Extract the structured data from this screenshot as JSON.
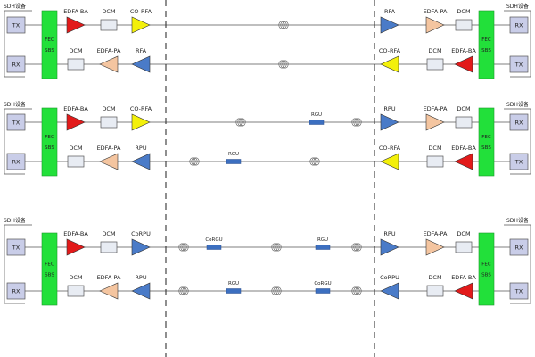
{
  "colors": {
    "fec_green": "#22e03a",
    "trx_fill": "#c9cde8",
    "red_amp": "#e21a1a",
    "yellow_amp": "#f3f00a",
    "blue_amp": "#4a7bc8",
    "peach_amp": "#f4c5a0",
    "dcm_fill": "#e8ecf3",
    "rgu_fill": "#3c6fc0",
    "line": "#555555"
  },
  "icons": {
    "amplifier": "triangle-icon",
    "fiber": "fiber-coil-icon",
    "dcm": "dcm-box-icon",
    "rgu": "rgu-bar-icon"
  },
  "panels": [
    {
      "left": {
        "sdh_label": "SDH设备",
        "tx_label": "TX",
        "rx_label": "RX",
        "fec_label": "FEC",
        "sbs_label": "SBS",
        "top": [
          {
            "label": "EDFA-BA",
            "kind": "amp",
            "color": "red"
          },
          {
            "label": "DCM",
            "kind": "dcm"
          },
          {
            "label": "CO-RFA",
            "kind": "amp",
            "color": "yellow"
          }
        ],
        "bottom": [
          {
            "label": "DCM",
            "kind": "dcm"
          },
          {
            "label": "EDFA-PA",
            "kind": "amp",
            "color": "peach"
          },
          {
            "label": "RFA",
            "kind": "amp",
            "color": "blue"
          }
        ]
      },
      "right": {
        "sdh_label": "SDH设备",
        "rx_label": "RX",
        "tx_label": "TX",
        "fec_label": "FEC",
        "sbs_label": "SBS",
        "top": [
          {
            "label": "RFA",
            "kind": "amp",
            "color": "blue"
          },
          {
            "label": "EDFA-PA",
            "kind": "amp",
            "color": "peach"
          },
          {
            "label": "DCM",
            "kind": "dcm"
          }
        ],
        "bottom": [
          {
            "label": "CO-RFA",
            "kind": "amp",
            "color": "yellow"
          },
          {
            "label": "DCM",
            "kind": "dcm"
          },
          {
            "label": "EDFA-BA",
            "kind": "amp",
            "color": "red"
          }
        ]
      },
      "span_top": [],
      "span_bottom": []
    },
    {
      "left": {
        "sdh_label": "SDH设备",
        "tx_label": "TX",
        "rx_label": "RX",
        "fec_label": "FEC",
        "sbs_label": "SBS",
        "top": [
          {
            "label": "EDFA-BA",
            "kind": "amp",
            "color": "red"
          },
          {
            "label": "DCM",
            "kind": "dcm"
          },
          {
            "label": "CO-RFA",
            "kind": "amp",
            "color": "yellow"
          }
        ],
        "bottom": [
          {
            "label": "DCM",
            "kind": "dcm"
          },
          {
            "label": "EDFA-PA",
            "kind": "amp",
            "color": "peach"
          },
          {
            "label": "RPU",
            "kind": "amp",
            "color": "blue"
          }
        ]
      },
      "right": {
        "sdh_label": "SDH设备",
        "rx_label": "RX",
        "tx_label": "TX",
        "fec_label": "FEC",
        "sbs_label": "SBS",
        "top": [
          {
            "label": "RPU",
            "kind": "amp",
            "color": "blue"
          },
          {
            "label": "EDFA-PA",
            "kind": "amp",
            "color": "peach"
          },
          {
            "label": "DCM",
            "kind": "dcm"
          }
        ],
        "bottom": [
          {
            "label": "CO-RFA",
            "kind": "amp",
            "color": "yellow"
          },
          {
            "label": "DCM",
            "kind": "dcm"
          },
          {
            "label": "EDFA-BA",
            "kind": "amp",
            "color": "red"
          }
        ]
      },
      "span_top": [
        {
          "label": "RGU"
        }
      ],
      "span_bottom": [
        {
          "label": "RGU"
        }
      ]
    },
    {
      "left": {
        "sdh_label": "SDH设备",
        "tx_label": "TX",
        "rx_label": "RX",
        "fec_label": "FEC",
        "sbs_label": "SBS",
        "top": [
          {
            "label": "EDFA-BA",
            "kind": "amp",
            "color": "red"
          },
          {
            "label": "DCM",
            "kind": "dcm"
          },
          {
            "label": "CoRPU",
            "kind": "amp",
            "color": "blue"
          }
        ],
        "bottom": [
          {
            "label": "DCM",
            "kind": "dcm"
          },
          {
            "label": "EDFA-PA",
            "kind": "amp",
            "color": "peach"
          },
          {
            "label": "RPU",
            "kind": "amp",
            "color": "blue"
          }
        ]
      },
      "right": {
        "sdh_label": "SDH设备",
        "rx_label": "RX",
        "tx_label": "TX",
        "fec_label": "FEC",
        "sbs_label": "SBS",
        "top": [
          {
            "label": "RPU",
            "kind": "amp",
            "color": "blue"
          },
          {
            "label": "EDFA-PA",
            "kind": "amp",
            "color": "peach"
          },
          {
            "label": "DCM",
            "kind": "dcm"
          }
        ],
        "bottom": [
          {
            "label": "CoRPU",
            "kind": "amp",
            "color": "blue"
          },
          {
            "label": "DCM",
            "kind": "dcm"
          },
          {
            "label": "EDFA-BA",
            "kind": "amp",
            "color": "red"
          }
        ]
      },
      "span_top": [
        {
          "label": "CoRGU"
        },
        {
          "label": "RGU"
        }
      ],
      "span_bottom": [
        {
          "label": "RGU"
        },
        {
          "label": "CoRGU"
        }
      ]
    }
  ]
}
